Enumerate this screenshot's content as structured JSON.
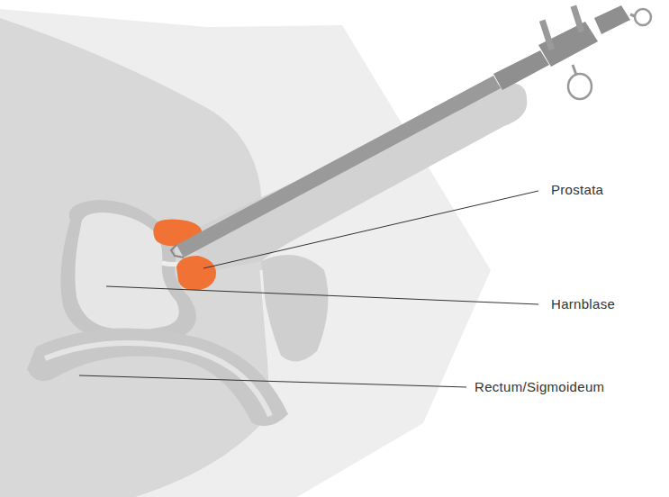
{
  "diagram": {
    "labels": [
      "Prostata",
      "Harnblase",
      "Rectum/Sigmoideum"
    ]
  }
}
